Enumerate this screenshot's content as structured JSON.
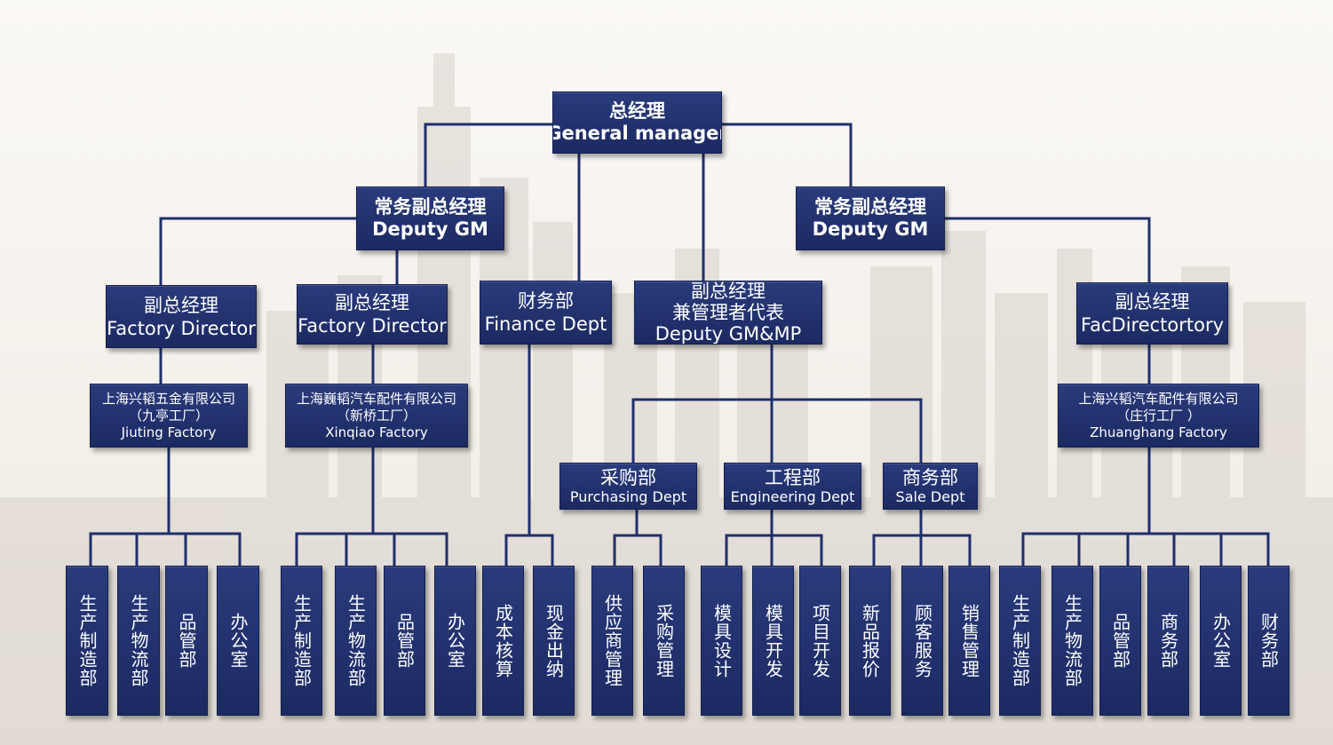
{
  "colors": {
    "box": "#1f2f6b",
    "line": "#1f2f6b",
    "text": "#ffffff"
  },
  "top": {
    "zh": "总经理",
    "en": "General manager"
  },
  "deputy_left": {
    "zh": "常务副总经理",
    "en": "Deputy GM"
  },
  "deputy_right": {
    "zh": "常务副总经理",
    "en": "Deputy GM"
  },
  "director_jiuting": {
    "zh": "副总经理",
    "en": "Factory Director"
  },
  "director_xinqiao": {
    "zh": "副总经理",
    "en": "Factory Director"
  },
  "finance": {
    "zh": "财务部",
    "en": "Finance Dept"
  },
  "deputy_mp": {
    "zh1": "副总经理",
    "zh2": "兼管理者代表",
    "en": "Deputy GM&MP"
  },
  "director_zhuanghang": {
    "zh": "副总经理",
    "en": "FacDirectortory"
  },
  "factory_jiuting": {
    "line1": "上海兴韬五金有限公司",
    "line2": "（九亭工厂）",
    "line3": "Jiuting Factory"
  },
  "factory_xinqiao": {
    "line1": "上海巍韬汽车配件有限公司",
    "line2": "（新桥工厂）",
    "line3": "Xinqiao Factory"
  },
  "factory_zhuanghang": {
    "line1": "上海兴韬汽车配件有限公司",
    "line2": "（庄行工厂 ）",
    "line3": "Zhuanghang Factory"
  },
  "purchasing": {
    "zh": "采购部",
    "en": "Purchasing Dept"
  },
  "engineering": {
    "zh": "工程部",
    "en": "Engineering Dept"
  },
  "sale": {
    "zh": "商务部",
    "en": "Sale Dept"
  },
  "leaves": [
    "生产制造部",
    "生产物流部",
    "品管部",
    "办公室",
    "生产制造部",
    "生产物流部",
    "品管部",
    "办公室",
    "成本核算",
    "现金出纳",
    "供应商管理",
    "采购管理",
    "模具设计",
    "模具开发",
    "项目开发",
    "新品报价",
    "顾客服务",
    "销售管理",
    "生产制造部",
    "生产物流部",
    "品管部",
    "商务部",
    "办公室",
    "财务部"
  ]
}
